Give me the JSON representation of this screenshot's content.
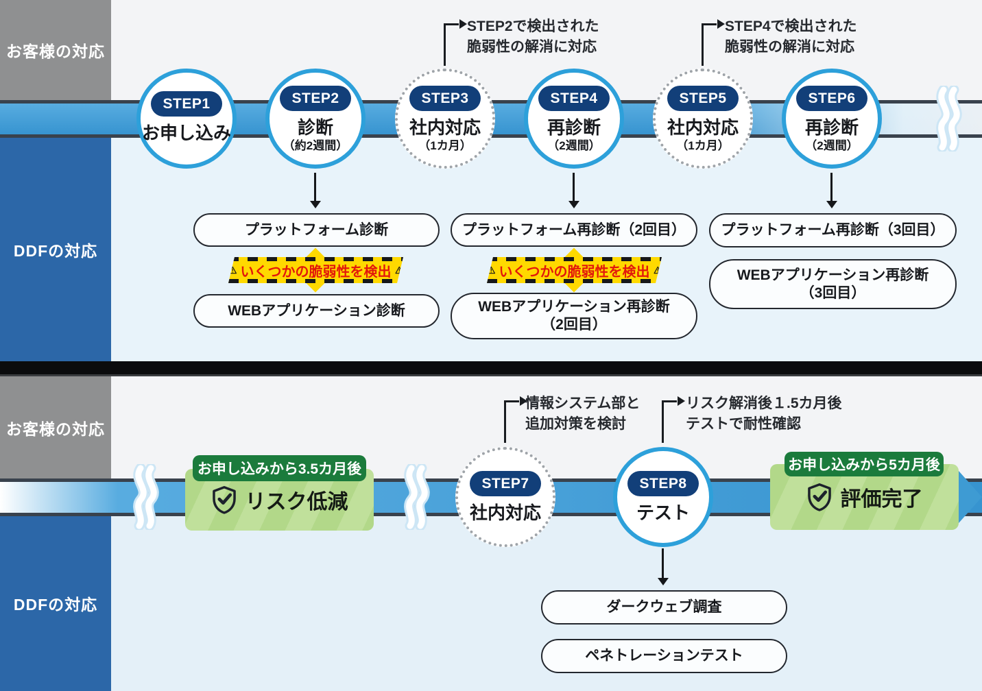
{
  "lanes": {
    "customer": "お客様の対応",
    "ddf": "DDFの対応"
  },
  "phase1": {
    "steps": [
      {
        "badge": "STEP1",
        "title": "お申し込み",
        "duration": ""
      },
      {
        "badge": "STEP2",
        "title": "診断",
        "duration": "（約2週間）"
      },
      {
        "badge": "STEP3",
        "title": "社内対応",
        "duration": "（1カ月）"
      },
      {
        "badge": "STEP4",
        "title": "再診断",
        "duration": "（2週間）"
      },
      {
        "badge": "STEP5",
        "title": "社内対応",
        "duration": "（1カ月）"
      },
      {
        "badge": "STEP6",
        "title": "再診断",
        "duration": "（2週間）"
      }
    ],
    "annotations": [
      {
        "line1": "STEP2で検出された",
        "line2": "脆弱性の解消に対応"
      },
      {
        "line1": "STEP4で検出された",
        "line2": "脆弱性の解消に対応"
      }
    ],
    "columns": [
      {
        "platform": "プラットフォーム診断",
        "warning": "いくつかの脆弱性を検出",
        "web_l1": "WEBアプリケーション診断",
        "web_l2": ""
      },
      {
        "platform": "プラットフォーム再診断（2回目）",
        "warning": "いくつかの脆弱性を検出",
        "web_l1": "WEBアプリケーション再診断",
        "web_l2": "（2回目）"
      },
      {
        "platform": "プラットフォーム再診断（3回目）",
        "web_l1": "WEBアプリケーション再診断",
        "web_l2": "（3回目）"
      }
    ]
  },
  "phase2": {
    "steps": [
      {
        "badge": "STEP7",
        "title": "社内対応",
        "duration": ""
      },
      {
        "badge": "STEP8",
        "title": "テスト",
        "duration": ""
      }
    ],
    "annotations": [
      {
        "line1": "情報システム部と",
        "line2": "追加対策を検討"
      },
      {
        "line1": "リスク解消後１.5カ月後",
        "line2": "テストで耐性確認"
      }
    ],
    "milestones": [
      {
        "timing": "お申し込みから3.5カ月後",
        "result": "リスク低減"
      },
      {
        "timing": "お申し込みから5カ月後",
        "result": "評価完了"
      }
    ],
    "actions": [
      "ダークウェブ調査",
      "ペネトレーションテスト"
    ]
  },
  "colors": {
    "accent_blue": "#2da0da",
    "band_blue": "#3794d0",
    "navy_pill": "#123f79",
    "sidebar_blue": "#2c67a8",
    "sidebar_gray": "#8f9091",
    "green_dark": "#1b7b3c",
    "green_light": "#b2d889",
    "warning_yellow": "#ffd900",
    "warning_red": "#e2180b"
  }
}
